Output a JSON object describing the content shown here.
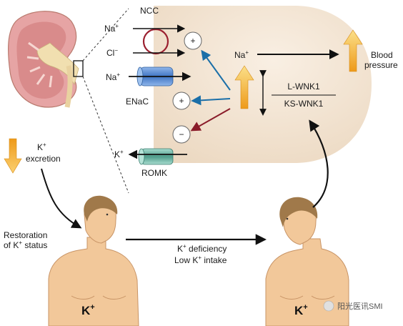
{
  "labels": {
    "ncc": "NCC",
    "enac": "ENaC",
    "romk": "ROMK",
    "na_ncc": "Na",
    "cl_ncc": "Cl",
    "na_enac": "Na",
    "k_romk": "K",
    "na_cell": "Na",
    "l_wnk1": "L-WNK1",
    "ks_wnk1": "KS-WNK1",
    "blood": "Blood",
    "pressure": "pressure",
    "k_excretion_k": "K",
    "k_excretion": "excretion",
    "restoration_line1": "Restoration",
    "restoration_line2_of": "of K",
    "restoration_line2_status": "status",
    "deficiency_k": "K",
    "deficiency": "deficiency",
    "low_intake_a": "Low K",
    "low_intake_b": "intake",
    "body_k_left": "K",
    "body_k_right": "K"
  },
  "signs": {
    "plus": "+",
    "minus": "−",
    "minus_ion": "−"
  },
  "watermark": "阳光医讯SMI",
  "colors": {
    "cell": "#f3e6d6",
    "skin": "#f2c89a",
    "hair": "#a0794a",
    "kidney": "#e9a6a6",
    "orange_arrow": "#f0a020",
    "blue_arrow": "#1b6fa8",
    "red_arrow": "#8a1c2a",
    "enac_channel": "#5b8fd6",
    "romk_channel": "#6fb8a8",
    "ncc_ring": "#9b2030"
  }
}
